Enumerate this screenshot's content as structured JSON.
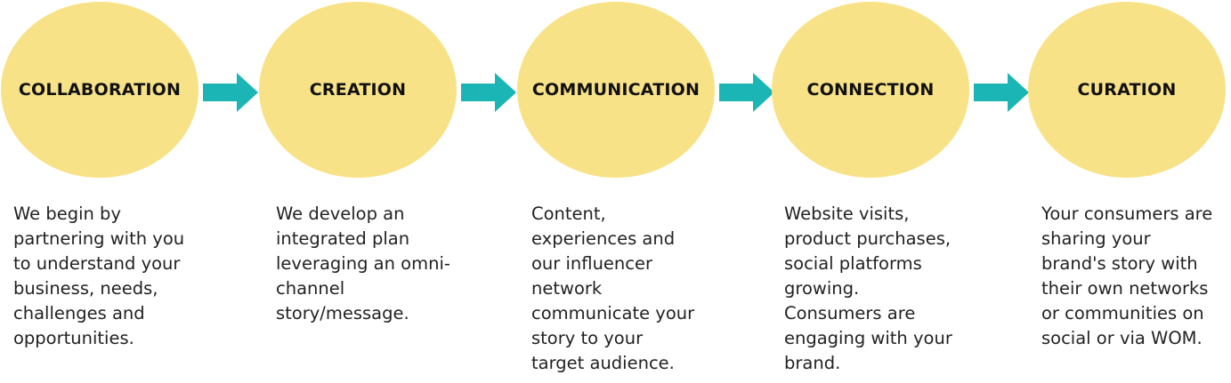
{
  "colors": {
    "circle_fill": "#F8E287",
    "arrow_fill": "#1BB5B5",
    "text": "#222222"
  },
  "steps": [
    {
      "title": "COLLABORATION",
      "description": "We begin by\npartnering with you\nto understand your\nbusiness, needs,\nchallenges and\nopportunities."
    },
    {
      "title": "CREATION",
      "description": "We develop an\nintegrated plan\nleveraging an omni-\nchannel\nstory/message."
    },
    {
      "title": "COMMUNICATION",
      "description": "Content,\nexperiences and\nour influencer\nnetwork\ncommunicate your\nstory to your\ntarget audience."
    },
    {
      "title": "CONNECTION",
      "description": "Website visits,\nproduct purchases,\nsocial platforms\ngrowing.\nConsumers are\nengaging with your\nbrand."
    },
    {
      "title": "CURATION",
      "description": "Your consumers are\nsharing your\nbrand's story with\ntheir own networks\nor communities on\nsocial or via WOM."
    }
  ],
  "connectors": [
    {
      "icon": "arrow-right-icon"
    },
    {
      "icon": "arrow-right-icon"
    },
    {
      "icon": "arrow-right-icon"
    },
    {
      "icon": "arrow-right-icon"
    }
  ]
}
